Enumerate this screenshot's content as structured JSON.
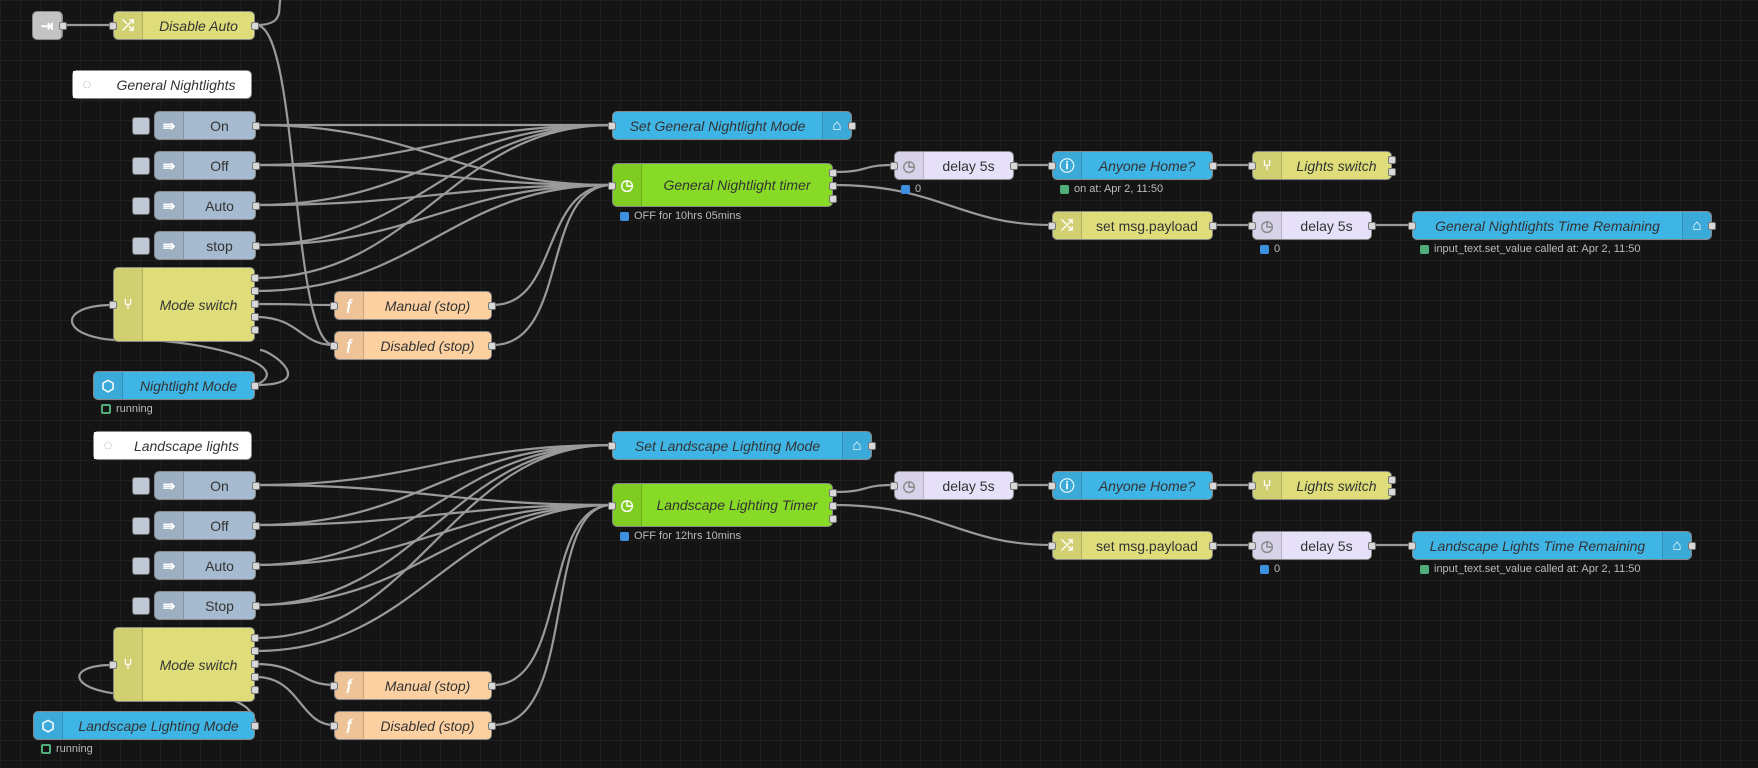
{
  "nodes": {
    "link_in_top": {
      "label": ""
    },
    "disable_auto": {
      "label": "Disable Auto"
    },
    "comment_nightlights": {
      "label": "General Nightlights"
    },
    "n_on": {
      "label": "On"
    },
    "n_off": {
      "label": "Off"
    },
    "n_auto": {
      "label": "Auto"
    },
    "n_stop": {
      "label": "stop"
    },
    "n_mode_switch": {
      "label": "Mode switch"
    },
    "n_manual": {
      "label": "Manual (stop)"
    },
    "n_disabled": {
      "label": "Disabled (stop)"
    },
    "n_mode_in": {
      "label": "Nightlight Mode",
      "status": "running"
    },
    "n_set_mode": {
      "label": "Set General Nightlight Mode"
    },
    "n_timer": {
      "label": "General Nightlight timer",
      "status": "OFF for 10hrs 05mins"
    },
    "n_delay1": {
      "label": "delay 5s",
      "status": "0"
    },
    "n_anyone": {
      "label": "Anyone Home?",
      "status": "on at: Apr 2, 11:50"
    },
    "n_lights_switch": {
      "label": "Lights switch"
    },
    "n_set_payload": {
      "label": "set msg.payload"
    },
    "n_delay2": {
      "label": "delay 5s",
      "status": "0"
    },
    "n_time_remaining": {
      "label": "General Nightlights Time Remaining",
      "status": "input_text.set_value called at: Apr 2, 11:50"
    },
    "comment_landscape": {
      "label": "Landscape lights"
    },
    "l_on": {
      "label": "On"
    },
    "l_off": {
      "label": "Off"
    },
    "l_auto": {
      "label": "Auto"
    },
    "l_stop": {
      "label": "Stop"
    },
    "l_mode_switch": {
      "label": "Mode switch"
    },
    "l_manual": {
      "label": "Manual (stop)"
    },
    "l_disabled": {
      "label": "Disabled (stop)"
    },
    "l_mode_in": {
      "label": "Landscape Lighting Mode",
      "status": "running"
    },
    "l_set_mode": {
      "label": "Set Landscape Lighting Mode"
    },
    "l_timer": {
      "label": "Landscape Lighting Timer",
      "status": "OFF for 12hrs 10mins"
    },
    "l_delay1": {
      "label": "delay 5s"
    },
    "l_anyone": {
      "label": "Anyone Home?"
    },
    "l_lights_switch": {
      "label": "Lights switch"
    },
    "l_set_payload": {
      "label": "set msg.payload"
    },
    "l_delay2": {
      "label": "delay 5s",
      "status": "0"
    },
    "l_time_remaining": {
      "label": "Landscape Lights Time Remaining",
      "status": "input_text.set_value called at: Apr 2, 11:50"
    }
  },
  "colors": {
    "canvas": "#141414",
    "wire": "#9a9a9a",
    "status_blue": "#3d8fe0",
    "status_green": "#4fae7a",
    "change_node": "#dedd7a",
    "ha_node": "#3fb5e6",
    "timer_node": "#87da26",
    "inject_node": "#a6bbcf",
    "function_node": "#fcd0a1",
    "delay_node": "#e6e0f8"
  }
}
